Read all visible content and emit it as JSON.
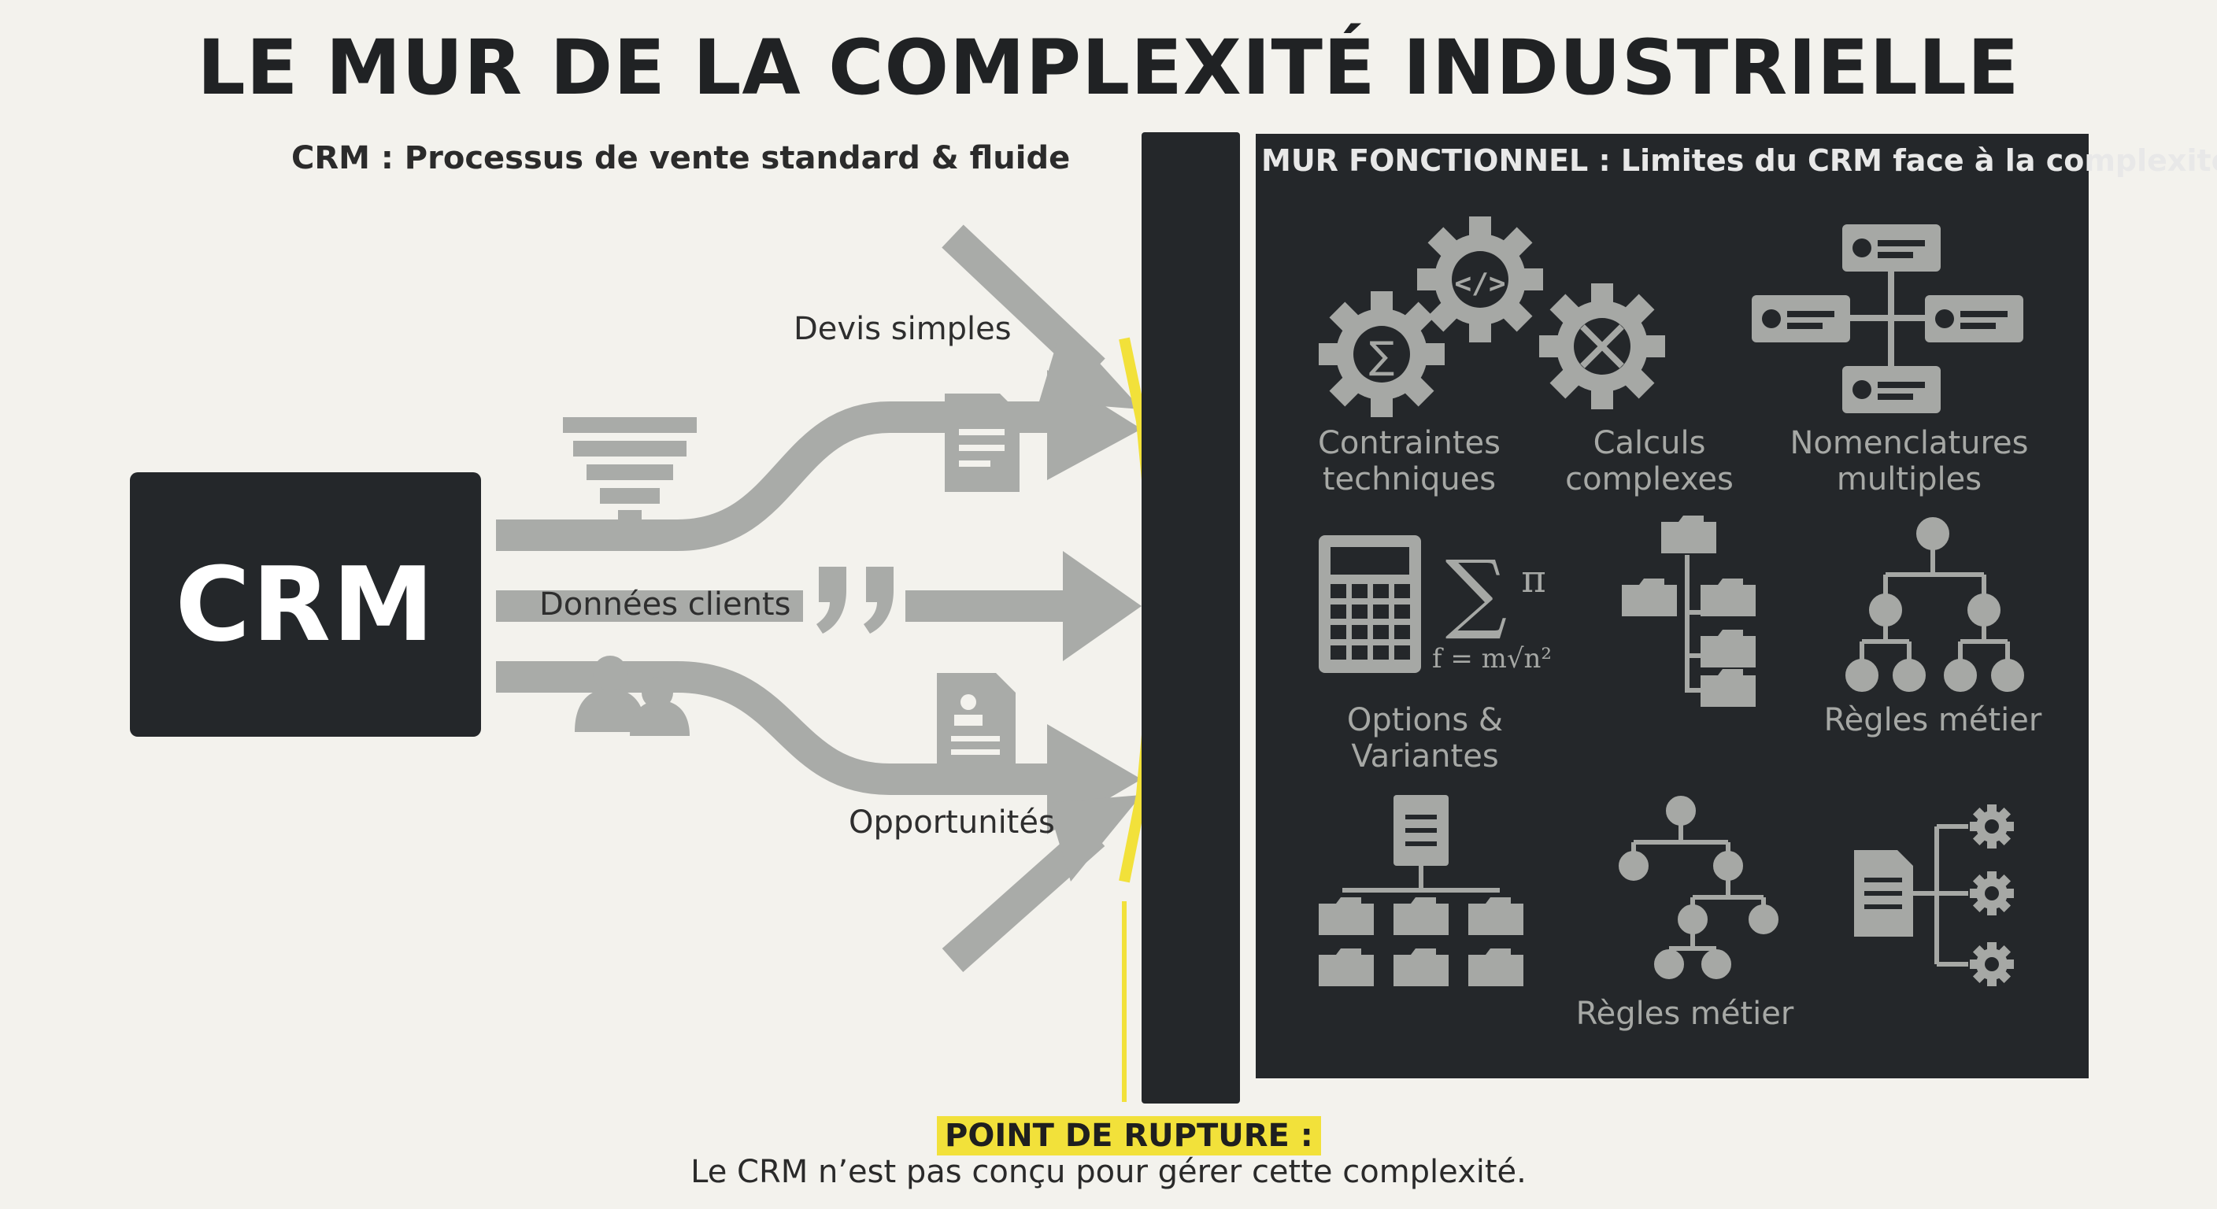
{
  "title": "LE MUR DE LA COMPLEXITÉ INDUSTRIELLE",
  "left_subtitle": "CRM : Processus de vente standard & fluide",
  "crm_label": "CRM",
  "flows": {
    "devis": "Devis simples",
    "donnees": "Données clients",
    "opportunites": "Opportunités"
  },
  "panel": {
    "title": "MUR FONCTIONNEL : Limites du CRM face à la complexité",
    "labels": {
      "contraintes": "Contraintes techniques",
      "calculs": "Calculs complexes",
      "nomenclatures": "Nomenclatures multiples",
      "options": "Options & Variantes",
      "regles1": "Règles métier",
      "regles2": "Règles métier"
    }
  },
  "rupture": {
    "tag": "POINT DE RUPTURE :",
    "text": "Le CRM n’est pas conçu pour gérer cette complexité."
  },
  "icons": {
    "formula": "f = m√n²",
    "pi": "π",
    "sigma": "∑"
  },
  "colors": {
    "dark": "#24272a",
    "arrow": "#a9aba8",
    "accent": "#f2e13a",
    "background": "#f3f2ed"
  }
}
